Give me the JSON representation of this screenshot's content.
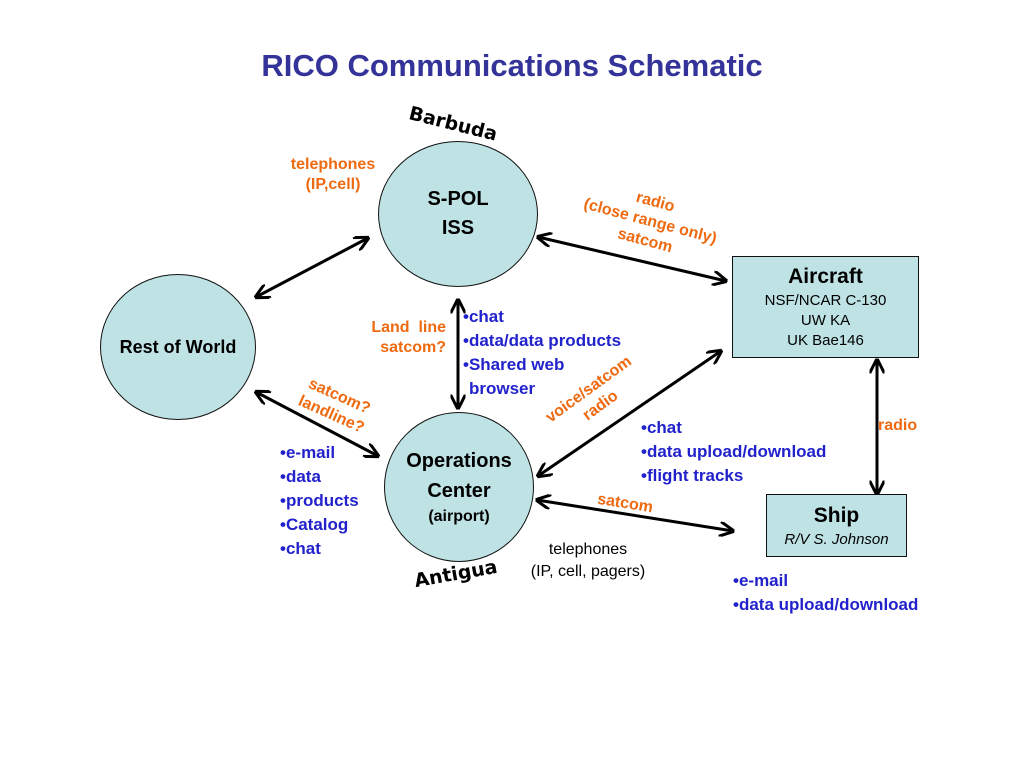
{
  "title": "RICO Communications Schematic",
  "nodes": {
    "spol": {
      "line1": "S-POL",
      "line2": "ISS",
      "location": "Barbuda"
    },
    "ops": {
      "line1": "Operations",
      "line2": "Center",
      "line3": "(airport)",
      "location": "Antigua"
    },
    "world": {
      "label": "Rest of World"
    },
    "aircraft": {
      "title": "Aircraft",
      "lines": [
        "NSF/NCAR C-130",
        "UW KA",
        "UK Bae146"
      ]
    },
    "ship": {
      "title": "Ship",
      "subtitle": "R/V S. Johnson"
    }
  },
  "links": {
    "spol_world": [
      "telephones",
      "(IP,cell)"
    ],
    "spol_aircraft": [
      "radio",
      "(close range only)",
      "satcom"
    ],
    "spol_ops": [
      "Land  line",
      "satcom?"
    ],
    "world_ops": [
      "satcom?",
      "landline?"
    ],
    "ops_aircraft": [
      "voice/satcom",
      "radio"
    ],
    "aircraft_ship": "radio",
    "ops_ship": "satcom",
    "ops_phones": [
      "telephones",
      "(IP, cell, pagers)"
    ]
  },
  "services": {
    "spol_ops": [
      "chat",
      "data/data products",
      "Shared web",
      "browser"
    ],
    "world_ops": [
      "e-mail",
      "data",
      "products",
      "Catalog",
      "chat"
    ],
    "ops_aircraft": [
      "chat",
      "data upload/download",
      "flight tracks"
    ],
    "ship": [
      "e-mail",
      "data upload/download"
    ]
  },
  "colors": {
    "node_fill": "#bfe3e5",
    "title": "#333399",
    "link_label": "#ee6a10",
    "services": "#2222cc"
  }
}
